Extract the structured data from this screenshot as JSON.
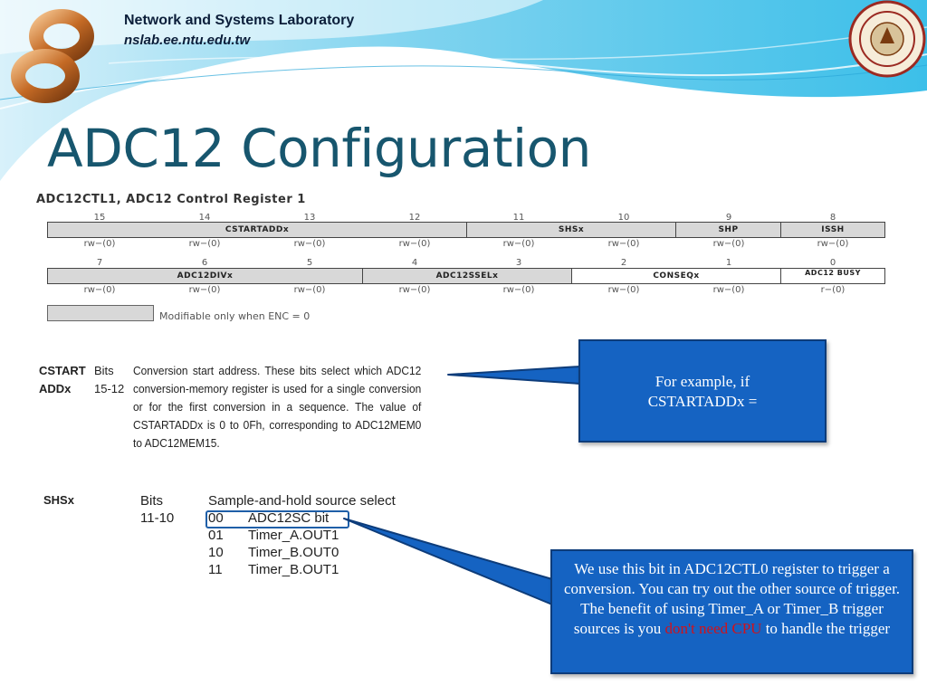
{
  "header": {
    "org": "Network and Systems Laboratory",
    "url": "nslab.ee.ntu.edu.tw"
  },
  "title": "ADC12 Configuration",
  "register": {
    "title": "ADC12CTL1, ADC12 Control Register 1",
    "row1": {
      "bits": [
        "15",
        "14",
        "13",
        "12",
        "11",
        "10",
        "9",
        "8"
      ],
      "fields": [
        "CSTARTADDx",
        "SHSx",
        "SHP",
        "ISSH"
      ],
      "access": [
        "rw−(0)",
        "rw−(0)",
        "rw−(0)",
        "rw−(0)",
        "rw−(0)",
        "rw−(0)",
        "rw−(0)",
        "rw−(0)"
      ]
    },
    "row2": {
      "bits": [
        "7",
        "6",
        "5",
        "4",
        "3",
        "2",
        "1",
        "0"
      ],
      "fields": [
        "ADC12DIVx",
        "ADC12SSELx",
        "CONSEQx",
        "ADC12 BUSY"
      ],
      "access": [
        "rw−(0)",
        "rw−(0)",
        "rw−(0)",
        "rw−(0)",
        "rw−(0)",
        "rw−(0)",
        "rw−(0)",
        "r−(0)"
      ]
    },
    "legend": "Modifiable only when ENC = 0"
  },
  "cstart": {
    "name_line1": "CSTART",
    "name_line2": "ADDx",
    "bits_line1": "Bits",
    "bits_line2": "15-12",
    "description": "Conversion start address. These bits select which ADC12 conversion-memory register is used for a single conversion or for the first conversion in a sequence. The value of CSTARTADDx is 0 to 0Fh, corresponding to ADC12MEM0 to ADC12MEM15."
  },
  "shs": {
    "name": "SHSx",
    "bits_label": "Bits",
    "bits": "11-10",
    "title": "Sample-and-hold source select",
    "options": [
      {
        "code": "00",
        "label": "ADC12SC bit"
      },
      {
        "code": "01",
        "label": "Timer_A.OUT1"
      },
      {
        "code": "10",
        "label": "Timer_B.OUT0"
      },
      {
        "code": "11",
        "label": "Timer_B.OUT1"
      }
    ]
  },
  "callouts": {
    "c1_line1": "For example, if",
    "c1_line2": "CSTARTADDx =",
    "c2_main": "We use this bit in ADC12CTL0 register to trigger a conversion. You can try out the other source of trigger. The benefit of using Timer_A or Timer_B trigger sources is you ",
    "c2_red": "don't need CPU",
    "c2_tail": " to handle the trigger"
  },
  "logos": {
    "left": "infinity-loop-logo",
    "right": "university-seal"
  },
  "colors": {
    "title": "#17566e",
    "callout_fill": "#1563c2",
    "highlight": "#d0121b",
    "header_wave": "#5fc6e8"
  }
}
